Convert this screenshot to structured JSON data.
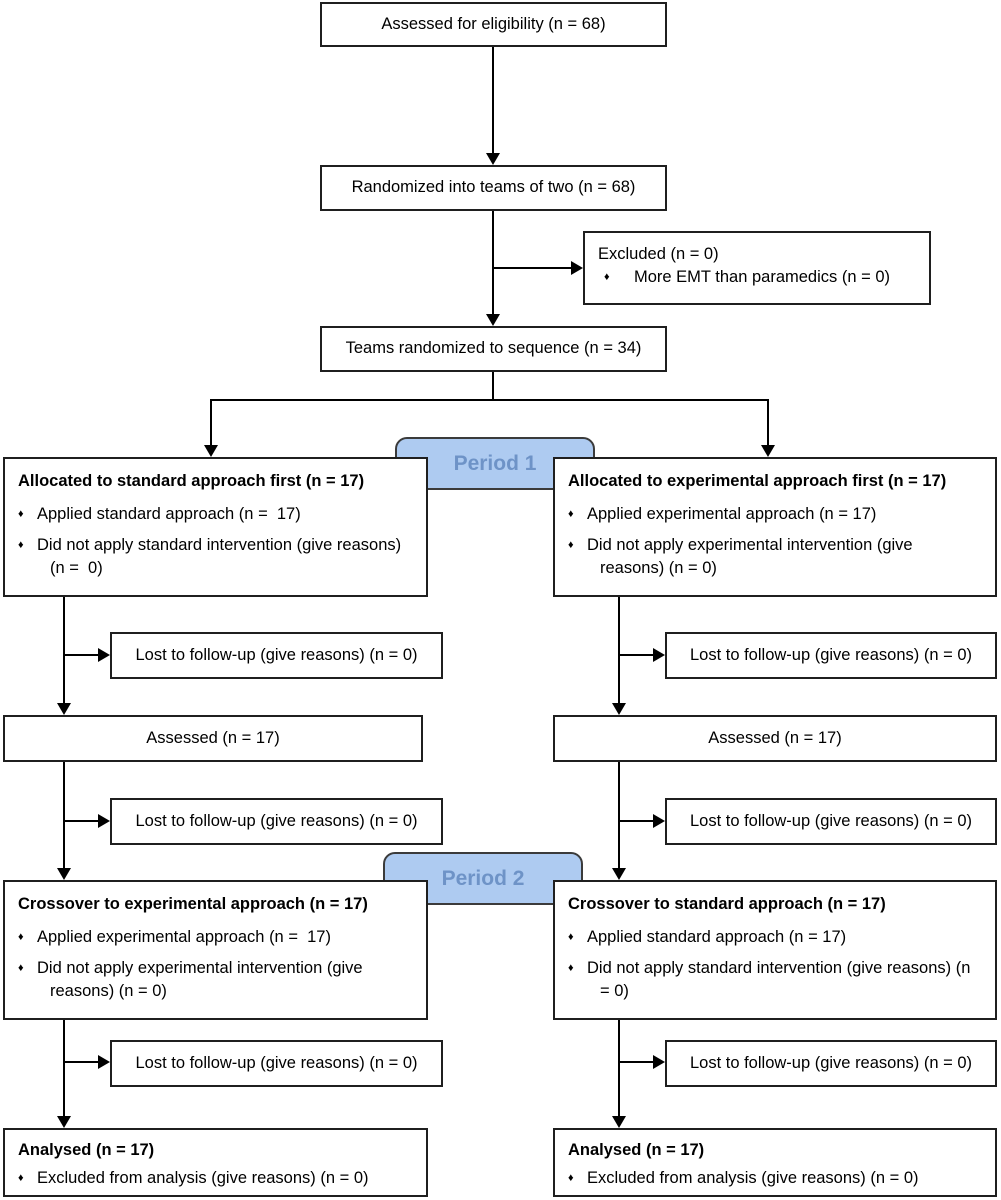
{
  "bullet_char": "♦",
  "colors": {
    "background": "#ffffff",
    "box_border": "#1f1f1f",
    "connector_line": "#000000",
    "period_badge_fill": "#aecbf1",
    "period_badge_border": "#3b3b3b",
    "period_badge_text": "#6e93c7"
  },
  "nodes": {
    "eligibility": "Assessed for eligibility (n = 68)",
    "randomized": "Randomized into teams of two (n = 68)",
    "excluded": {
      "title": "Excluded (n = 0)",
      "bullet": "More EMT than paramedics (n = 0)"
    },
    "teams": "Teams randomized to sequence (n = 34)",
    "period1": "Period 1",
    "period2": "Period 2",
    "lost_followup": "Lost to follow-up (give reasons) (n = 0)",
    "assessed": "Assessed (n = 17)",
    "alloc_left": {
      "title": "Allocated to standard approach first (n = 17)",
      "bullet1": "Applied standard approach (n =  17)",
      "bullet2": "Did not apply standard intervention (give reasons) (n =  0)"
    },
    "alloc_right": {
      "title": "Allocated to experimental approach first (n = 17)",
      "bullet1": "Applied experimental approach (n = 17)",
      "bullet2": "Did not apply experimental intervention (give reasons) (n = 0)"
    },
    "cross_left": {
      "title": "Crossover to experimental approach (n = 17)",
      "bullet1": "Applied experimental approach (n =  17)",
      "bullet2": "Did not apply experimental intervention (give reasons) (n = 0)"
    },
    "cross_right": {
      "title": "Crossover to standard approach (n = 17)",
      "bullet1": "Applied standard approach (n = 17)",
      "bullet2": "Did not apply standard intervention (give reasons) (n = 0)"
    },
    "analysed": {
      "title": "Analysed (n = 17)",
      "bullet": "Excluded from analysis (give reasons) (n = 0)"
    }
  }
}
